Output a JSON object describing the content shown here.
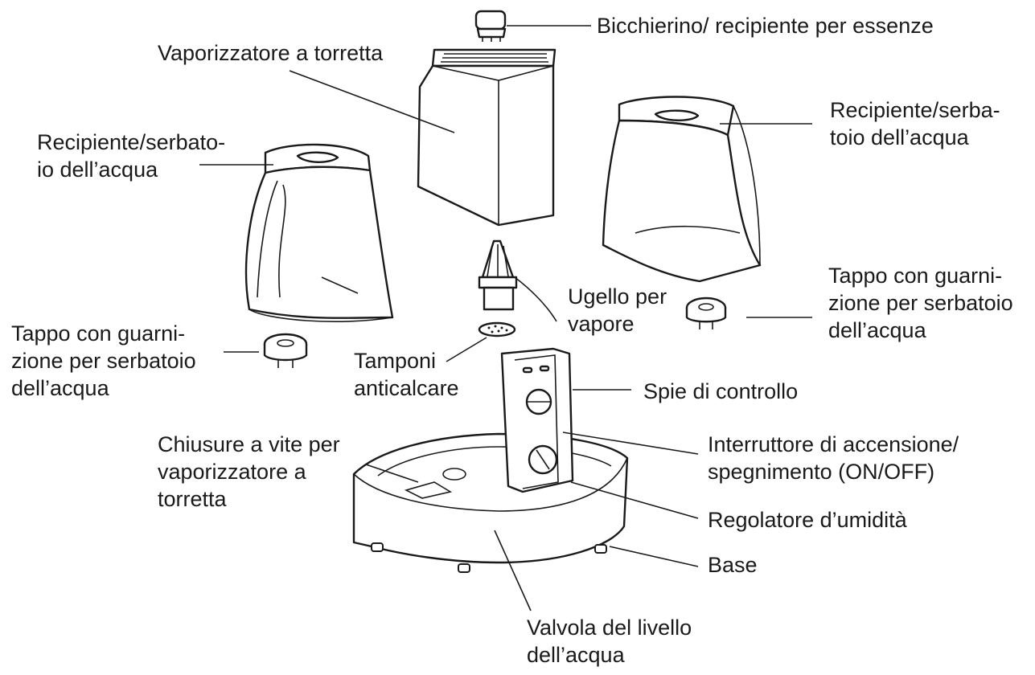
{
  "labels": {
    "essence_cup": "Bicchierino/ recipiente per essenze",
    "turret_vaporizer": "Vaporizzatore a torretta",
    "tank_right": "Recipiente/serba-\ntoio dell’acqua",
    "tank_left": "Recipiente/serbato-\nio dell’acqua",
    "cap_right": "Tappo con guarni-\nzione per serbatoio\ndell’acqua",
    "cap_left": "Tappo con guarni-\nzione per serbatoio\ndell’acqua",
    "steam_nozzle": "Ugello per\nvapore",
    "anti_scale_pads": "Tamponi\nanticalcare",
    "control_lights": "Spie di controllo",
    "power_switch": "Interruttore di accensione/\nspegnimento (ON/OFF)",
    "screw_locks": "Chiusure a vite per\nvaporizzatore a\ntorretta",
    "humidity_regulator": "Regolatore d’umidità",
    "base": "Base",
    "water_level_valve": "Valvola del livello\ndell’acqua"
  }
}
